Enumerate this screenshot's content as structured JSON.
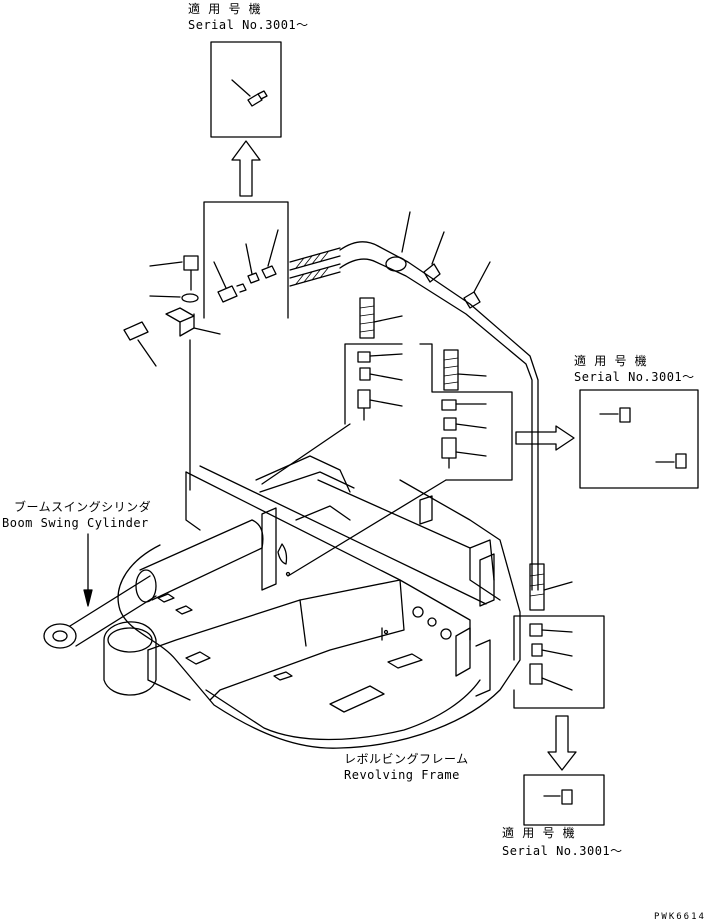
{
  "serial_boxes": [
    {
      "jp": "適 用 号 機",
      "en": "Serial No.3001〜"
    },
    {
      "jp": "適 用 号 機",
      "en": "Serial No.3001〜"
    },
    {
      "jp": "適 用 号 機",
      "en": "Serial No.3001〜"
    }
  ],
  "boom_label": {
    "jp": "ブームスイングシリンダ",
    "en": "Boom Swing Cylinder"
  },
  "frame_label": {
    "jp": "レボルビングフレーム",
    "en": "Revolving Frame"
  },
  "drawing_code": "PWK6614"
}
